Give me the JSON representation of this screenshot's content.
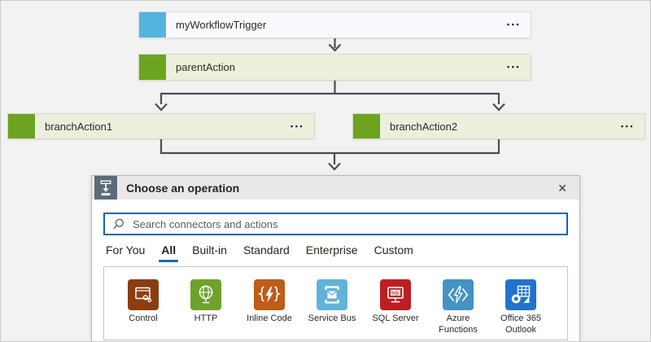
{
  "workflow": {
    "trigger": {
      "label": "myWorkflowTrigger",
      "menu_icon": "•••"
    },
    "parent_action": {
      "label": "parentAction",
      "menu_icon": "•••"
    },
    "branch_action_1": {
      "label": "branchAction1",
      "menu_icon": "•••"
    },
    "branch_action_2": {
      "label": "branchAction2",
      "menu_icon": "•••"
    }
  },
  "dialog": {
    "title": "Choose an operation",
    "close_icon": "✕",
    "search": {
      "placeholder": "Search connectors and actions",
      "icon": "magnifier-icon"
    },
    "tabs": [
      {
        "label": "For You",
        "selected": false
      },
      {
        "label": "All",
        "selected": true
      },
      {
        "label": "Built-in",
        "selected": false
      },
      {
        "label": "Standard",
        "selected": false
      },
      {
        "label": "Enterprise",
        "selected": false
      },
      {
        "label": "Custom",
        "selected": false
      }
    ],
    "connectors": [
      {
        "name": "Control",
        "color": "#8A3D0F"
      },
      {
        "name": "HTTP",
        "color": "#6FA22B"
      },
      {
        "name": "Inline Code",
        "color": "#BF5C17"
      },
      {
        "name": "Service Bus",
        "color": "#62B2DA"
      },
      {
        "name": "SQL Server",
        "color": "#BE1E21"
      },
      {
        "name": "Azure Functions",
        "color": "#4493C3"
      },
      {
        "name": "Office 365 Outlook",
        "color": "#2272CE"
      }
    ]
  },
  "colors": {
    "canvas_bg": "#F2F2F2",
    "trigger_icon": "#53B4DF",
    "trigger_card_bg": "#F8FAFD",
    "action_icon": "#6CA41F",
    "action_card_bg": "#EBF0DC",
    "arrow": "#4A4E54",
    "search_border": "#0D66B6",
    "tab_underline": "#0F6CBD",
    "dialog_header_bg": "#E9E8E6",
    "operation_icon_bg": "#5A6B79"
  }
}
